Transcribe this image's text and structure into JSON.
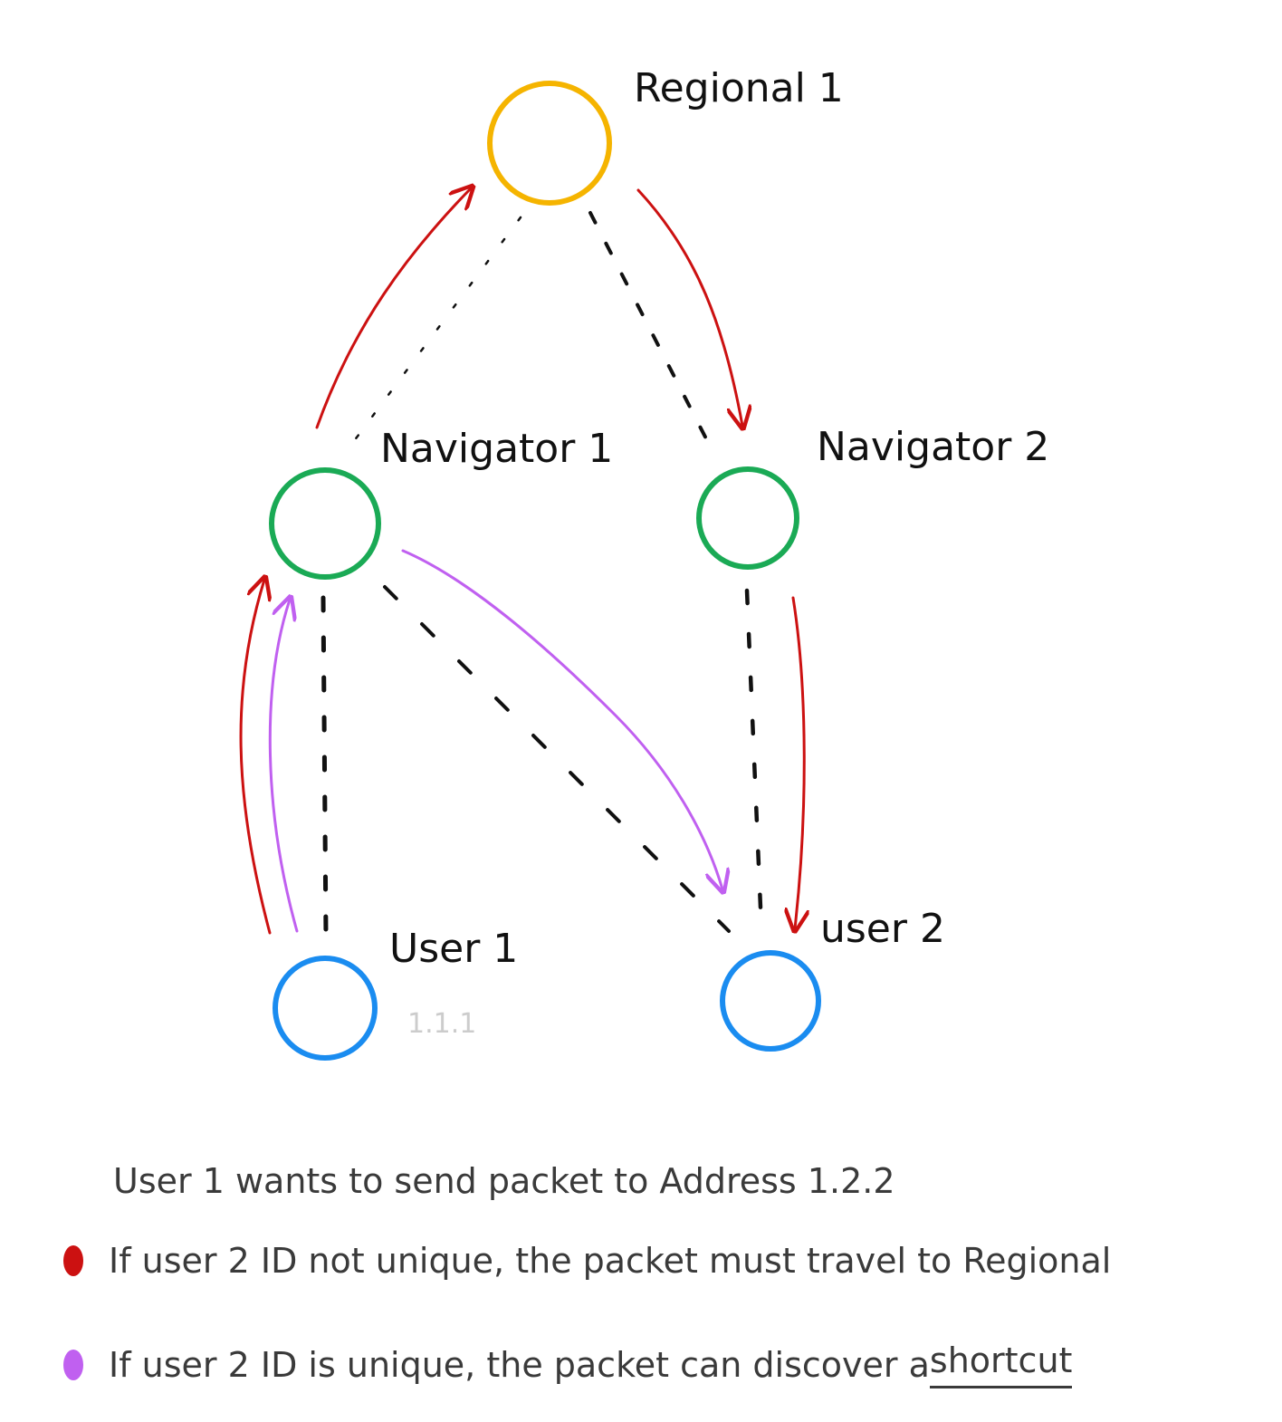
{
  "nodes": {
    "regional_1": {
      "label": "Regional 1"
    },
    "navigator_1": {
      "label": "Navigator 1"
    },
    "navigator_2": {
      "label": "Navigator 2"
    },
    "user_1": {
      "label": "User 1",
      "address": "1.1.1"
    },
    "user_2": {
      "label": "user 2"
    }
  },
  "notes": {
    "title": "User 1 wants to send packet to Address 1.2.2",
    "red_prefix": "If user 2 ID not unique, the packet must travel to Regional",
    "purple_prefix": "If user 2 ID is unique, the packet can discover a ",
    "purple_emphasis": "shortcut"
  },
  "colors": {
    "regional": "#f5b400",
    "navigator": "#1aaa55",
    "user": "#1a8cf0",
    "red_path": "#cc1111",
    "purple_path": "#c060f0",
    "link": "#111111"
  }
}
